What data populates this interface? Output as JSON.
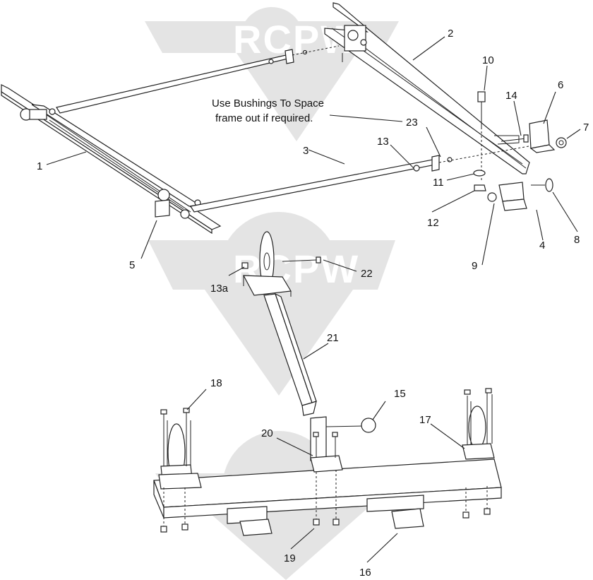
{
  "watermark": {
    "text": "RCPW"
  },
  "note": {
    "line1": "Use Bushings To Space",
    "line2": "frame out if required."
  },
  "callouts": {
    "c1": "1",
    "c2": "2",
    "c3": "3",
    "c4": "4",
    "c5": "5",
    "c6": "6",
    "c7": "7",
    "c8": "8",
    "c9": "9",
    "c10": "10",
    "c11": "11",
    "c12": "12",
    "c13": "13",
    "c13a": "13a",
    "c14": "14",
    "c15": "15",
    "c16": "16",
    "c17": "17",
    "c18": "18",
    "c19": "19",
    "c20": "20",
    "c21": "21",
    "c22": "22",
    "c23": "23"
  }
}
